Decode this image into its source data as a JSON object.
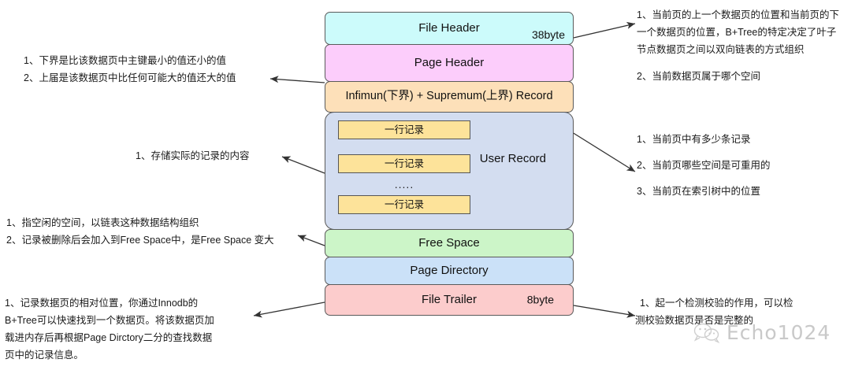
{
  "diagram": {
    "title": "InnoDB Data Page Structure",
    "blocks": [
      {
        "name": "file-header",
        "label": "File Header",
        "size": "38byte",
        "color": "#ccfbfb"
      },
      {
        "name": "page-header",
        "label_line1": "Page",
        "label_line2": "Header",
        "color": "#fccdfb"
      },
      {
        "name": "infimum-supremum",
        "label": "Infimun(下界) + Supremum(上界) Record",
        "color": "#fde0b9"
      },
      {
        "name": "user-record",
        "label_line1": "User",
        "label_line2": "Record",
        "color": "#d3ddf0"
      },
      {
        "name": "free-space",
        "label": "Free Space",
        "color": "#ccf5c8"
      },
      {
        "name": "page-directory",
        "label": "Page Directory",
        "color": "#cbe1f8"
      },
      {
        "name": "file-trailer",
        "label": "File Trailer",
        "size": "8byte",
        "color": "#fccccc"
      }
    ],
    "user_record_rows": [
      {
        "label": "一行记录"
      },
      {
        "label": "一行记录"
      },
      {
        "label": "....."
      },
      {
        "label": "一行记录"
      }
    ]
  },
  "notes": {
    "infimum": {
      "lines": [
        "1、下界是比该数据页中主键最小的值还小的值",
        "2、上届是该数据页中比任何可能大的值还大的值"
      ]
    },
    "user_record_left": {
      "lines": [
        "1、存储实际的记录的内容"
      ]
    },
    "free_space": {
      "lines": [
        "1、指空闲的空间，以链表这种数据结构组织",
        "2、记录被删除后会加入到Free Space中，是Free Space 变大"
      ]
    },
    "page_directory": {
      "lines": [
        "1、记录数据页的相对位置，你通过Innodb的",
        "B+Tree可以快速找到一个数据页。将该数据页加",
        "载进内存后再根据Page Dirctory二分的查找数据",
        "页中的记录信息。"
      ]
    },
    "file_header": {
      "lines": [
        "1、当前页的上一个数据页的位置和当前页的下",
        "一个数据页的位置，B+Tree的特定决定了叶子",
        "节点数据页之间以双向链表的方式组织",
        "2、当前数据页属于哪个空间"
      ]
    },
    "page_header": {
      "lines": [
        "1、当前页中有多少条记录",
        "2、当前页哪些空间是可重用的",
        "3、当前页在索引树中的位置"
      ]
    },
    "file_trailer": {
      "lines": [
        "1、起一个检测校验的作用，可以检",
        "测校验数据页是否是完整的"
      ]
    }
  },
  "watermark": {
    "text": "Echo1024",
    "icon": "wechat-icon",
    "color": "#c9c9c9"
  },
  "colors": {
    "stroke": "#5a5a5a",
    "arrow": "#333333",
    "background": "#ffffff"
  }
}
